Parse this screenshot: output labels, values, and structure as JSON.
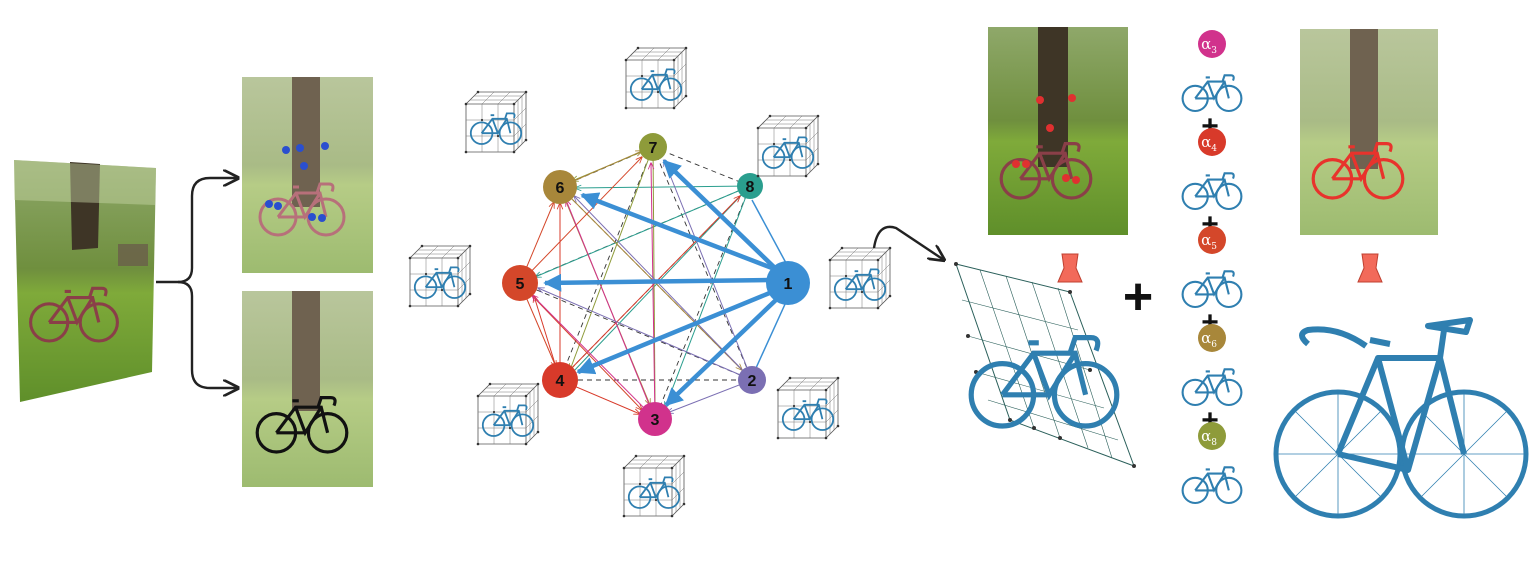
{
  "colors": {
    "node_1": "#3b8fd4",
    "node_2": "#7b6fb3",
    "node_3": "#d1328c",
    "node_4": "#d83a2a",
    "node_5": "#d4472a",
    "node_6": "#a8873a",
    "node_7": "#8e9b3a",
    "node_8": "#2a9e8e",
    "model_blue": "#2f7fb0",
    "keypoint_red": "#e03030",
    "keypoint_blue": "#2a4fcf",
    "camera": "#f26a5a"
  },
  "graph": {
    "nodes": [
      {
        "id": "1",
        "label": "1"
      },
      {
        "id": "2",
        "label": "2"
      },
      {
        "id": "3",
        "label": "3"
      },
      {
        "id": "4",
        "label": "4"
      },
      {
        "id": "5",
        "label": "5"
      },
      {
        "id": "6",
        "label": "6"
      },
      {
        "id": "7",
        "label": "7"
      },
      {
        "id": "8",
        "label": "8"
      }
    ]
  },
  "combination": {
    "terms": [
      {
        "alpha": "α",
        "sub": "3",
        "color": "#d1328c"
      },
      {
        "alpha": "α",
        "sub": "4",
        "color": "#d83a2a"
      },
      {
        "alpha": "α",
        "sub": "5",
        "color": "#d4472a"
      },
      {
        "alpha": "α",
        "sub": "6",
        "color": "#a8873a"
      },
      {
        "alpha": "α",
        "sub": "8",
        "color": "#8e9b3a"
      }
    ],
    "plus": "+",
    "big_plus": "+"
  },
  "icons": {
    "input_photo": "bicycle-photo",
    "keypoint_photo": "bicycle-keypoints-photo",
    "silhouette_photo": "bicycle-silhouette-photo",
    "camera": "camera-icon",
    "model": "bicycle-3d-model"
  }
}
